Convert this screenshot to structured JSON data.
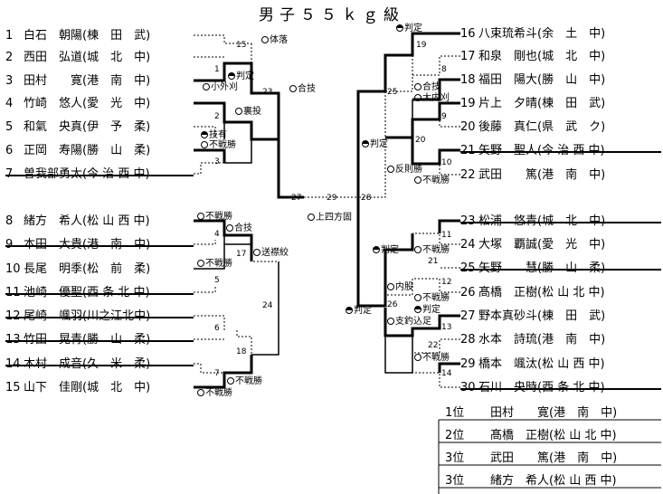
{
  "title": "男子５５ｋｇ級",
  "left": [
    {
      "no": "1",
      "name": "白石　朝陽(棟　田　武)"
    },
    {
      "no": "2",
      "name": "西田　弘道(城　北　中)"
    },
    {
      "no": "3",
      "name": "田村　　寛(港　南　中)"
    },
    {
      "no": "4",
      "name": "竹崎　悠人(愛　光　中)"
    },
    {
      "no": "5",
      "name": "和氣　央真(伊　予　柔)"
    },
    {
      "no": "6",
      "name": "正岡　寿陽(勝　山　柔)"
    },
    {
      "no": "7",
      "name": "曽我部勇太(今 治 西 中)"
    },
    {
      "no": "8",
      "name": "緒方　希人(松 山 西 中)"
    },
    {
      "no": "9",
      "name": "本田　大貴(港　南　中)"
    },
    {
      "no": "10",
      "name": "長尾　明季(松　前　柔)"
    },
    {
      "no": "11",
      "name": "池崎　優聖(西 条 北 中)"
    },
    {
      "no": "12",
      "name": "尾崎　颯羽(川之江北中)"
    },
    {
      "no": "13",
      "name": "竹田　晃青(勝　山　柔)"
    },
    {
      "no": "14",
      "name": "木村　成音(久　米　柔)"
    },
    {
      "no": "15",
      "name": "山下　佳剛(城　北　中)"
    }
  ],
  "right": [
    {
      "no": "16",
      "name": "八束琉希斗(余　土　中)"
    },
    {
      "no": "17",
      "name": "和泉　剛也(城　北　中)"
    },
    {
      "no": "18",
      "name": "福田　陽大(勝　山　中)"
    },
    {
      "no": "19",
      "name": "片上　夕晴(棟　田　武)"
    },
    {
      "no": "20",
      "name": "後藤　真仁(県　武　ク)"
    },
    {
      "no": "21",
      "name": "矢野　聖人(今 治 西 中)"
    },
    {
      "no": "22",
      "name": "武田　　篤(港　南　中)"
    },
    {
      "no": "23",
      "name": "松浦　悠青(城　北　中)"
    },
    {
      "no": "24",
      "name": "大塚　覇誠(愛　光　中)"
    },
    {
      "no": "25",
      "name": "矢野　　慧(勝　山　柔)"
    },
    {
      "no": "26",
      "name": "髙橋　正樹(松 山 北 中)"
    },
    {
      "no": "27",
      "name": "野本真砂斗(棟　田　武)"
    },
    {
      "no": "28",
      "name": "水本　詩琉(港　南　中)"
    },
    {
      "no": "29",
      "name": "橋本　颯汰(松 山 西 中)"
    },
    {
      "no": "30",
      "name": "石川　央時(西 条 北 中)"
    }
  ],
  "match_nos": {
    "m1": "1",
    "m2": "2",
    "m3": "3",
    "m4": "4",
    "m5": "5",
    "m6": "6",
    "m7": "7",
    "m8": "8",
    "m9": "9",
    "m10": "10",
    "m11": "11",
    "m12": "12",
    "m13": "13",
    "m14": "14",
    "m15": "15",
    "m17": "17",
    "m18": "18",
    "m19": "19",
    "m20": "20",
    "m21": "21",
    "m22": "22",
    "m23": "23",
    "m24": "24",
    "m25": "25",
    "m26": "26",
    "m27": "27",
    "m28": "28",
    "m29": "29"
  },
  "methods": {
    "l_m15": "体落",
    "l_m1a": "判定",
    "l_m1b": "小外刈",
    "l_m23": "合技",
    "l_m2": "裏投",
    "l_m3a": "技有",
    "l_m3b": "不戦勝",
    "l_m29": "上四方固",
    "l_m4a": "不戦勝",
    "l_m4b": "合技",
    "l_m17": "送襟絞",
    "l_m5": "不戦勝",
    "l_m18": "不戦勝",
    "l_m7": "不戦勝",
    "r_m19": "判定",
    "r_m8": "合技",
    "r_m9": "大内刈",
    "r_m25": "判定",
    "r_m20": "反則勝",
    "r_m10": "不戦勝",
    "r_m26": "判定",
    "r_m11": "不戦勝",
    "r_m21": "内股",
    "r_m12": "不戦勝",
    "r_m28": "判定",
    "r_m13a": "判定",
    "r_m22": "支釣込足",
    "r_m14": "不戦勝"
  },
  "results": [
    {
      "rank": "1位",
      "name": "田村　　寛(港　南　中)"
    },
    {
      "rank": "2位",
      "name": "髙橋　正樹(松 山 北 中)"
    },
    {
      "rank": "3位",
      "name": "武田　　篤(港　南　中)"
    },
    {
      "rank": "3位",
      "name": "緒方　希人(松 山 西 中)"
    }
  ]
}
